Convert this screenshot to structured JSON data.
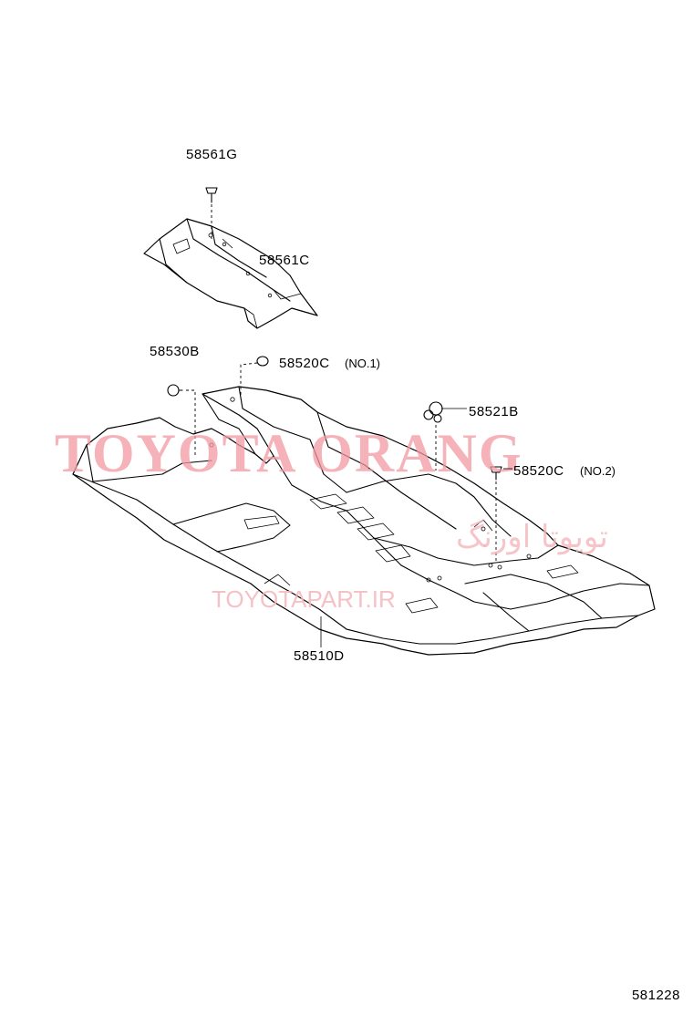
{
  "parts": {
    "screw_top": "58561G",
    "cover_top": "58561C",
    "clip_left": "58530B",
    "clip_no1": "58520C",
    "clip_no1_note": "(NO.1)",
    "grommet": "58521B",
    "clip_no2": "58520C",
    "clip_no2_note": "(NO.2)",
    "carpet": "58510D"
  },
  "watermark": {
    "main": "TOYOTA ORANG",
    "persian": "تویوتا اورنگ",
    "site": "TOYOTAPART.IR"
  },
  "reference": "581228",
  "colors": {
    "watermark": "#f19aa2",
    "line": "#000000"
  }
}
